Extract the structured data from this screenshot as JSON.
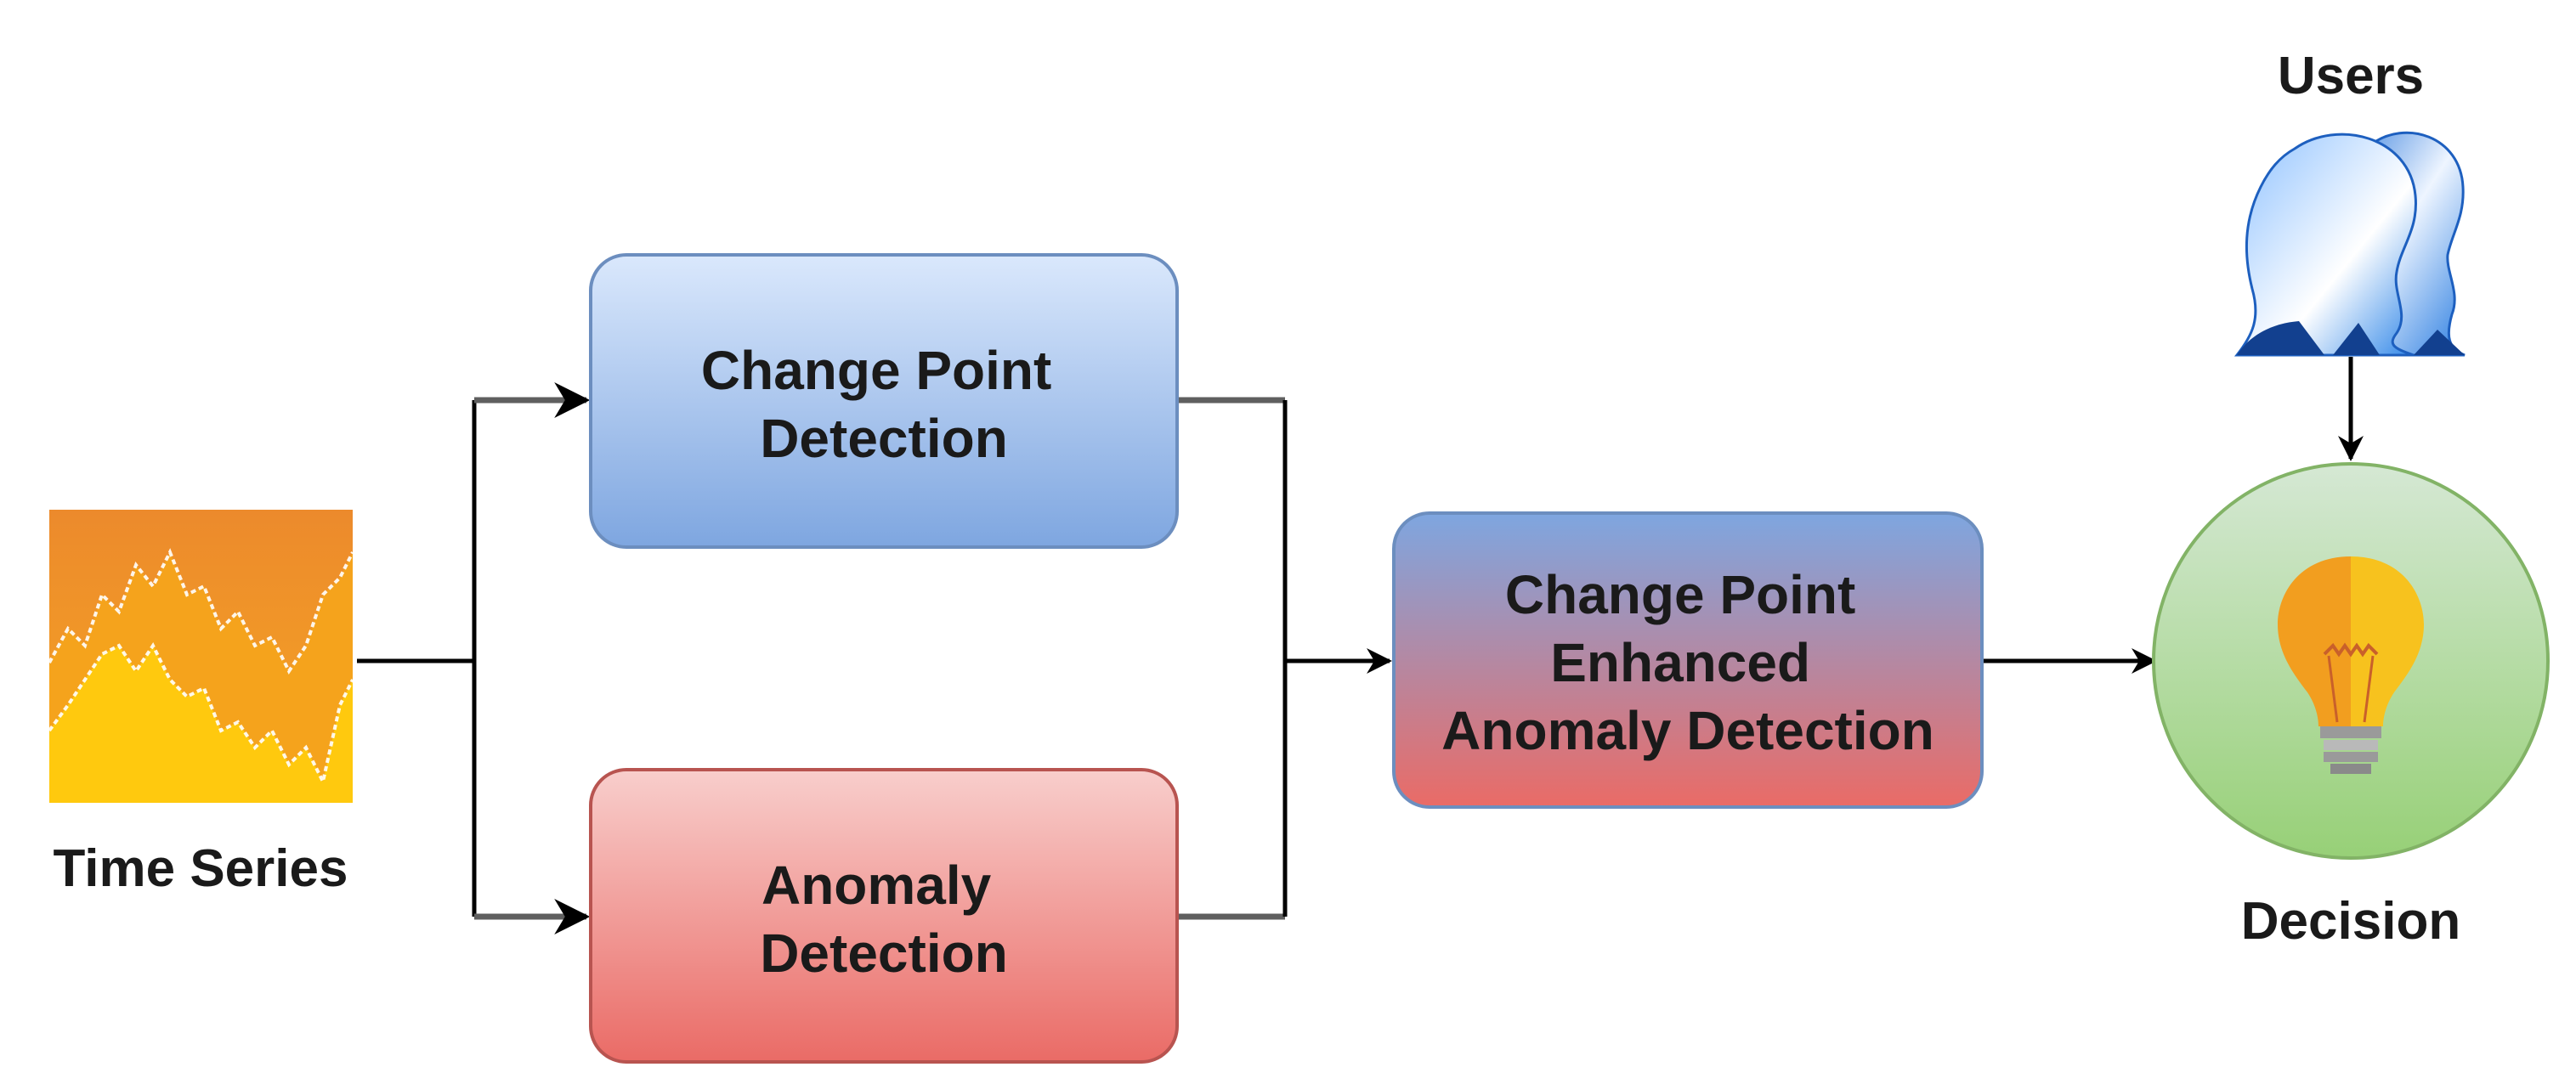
{
  "nodes": {
    "time_series": {
      "label": "Time Series"
    },
    "change_point": {
      "lines": [
        "Change Point",
        "Detection"
      ]
    },
    "anomaly": {
      "lines": [
        "Anomaly",
        "Detection"
      ]
    },
    "enhanced": {
      "lines": [
        "Change Point",
        "Enhanced",
        "Anomaly Detection"
      ]
    },
    "users": {
      "label": "Users"
    },
    "decision": {
      "label": "Decision"
    }
  },
  "colors": {
    "text": "#1a1a1a",
    "connector": "#000000",
    "connector_gray": "#5f5f5f",
    "blue_top": "#dbe8fb",
    "blue_bottom": "#7ea6e0",
    "blue_border": "#6c8ebf",
    "red_top": "#f8cecc",
    "red_bottom": "#e56b6b",
    "red_border": "#b85450",
    "decision_fill_top": "#d5e8d4",
    "decision_fill_bottom": "#97d077",
    "decision_border": "#82b366",
    "orange": "#f0a020",
    "yellow": "#ffcc00"
  },
  "icons": {
    "time_series": "area-chart-icon",
    "users": "users-icon",
    "decision": "lightbulb-icon"
  }
}
